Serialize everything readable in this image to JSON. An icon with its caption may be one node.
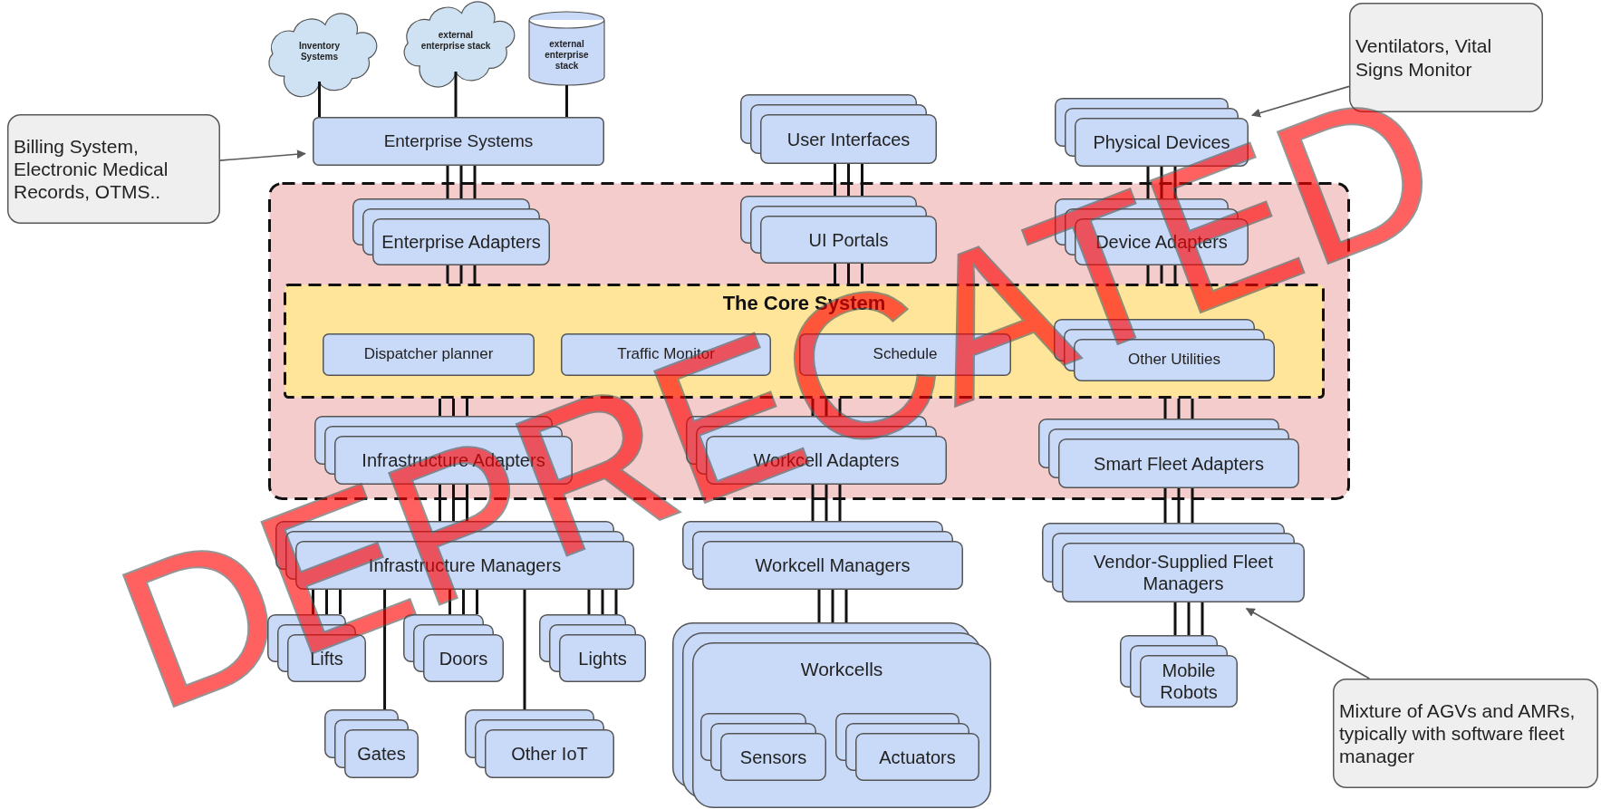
{
  "diagram": {
    "nodes": [
      {
        "text": [
          "Inventory Systems"
        ]
      },
      {
        "text": [
          "external enterprise stack"
        ]
      },
      {
        "text": [
          "external enterprise stack"
        ]
      },
      {
        "text": [
          "Enterprise Systems"
        ]
      },
      {
        "text": [
          "Billing System, Electronic Medical Records, OTMS.."
        ]
      },
      {
        "text": [],
        "shape": "box"
      },
      {
        "text": [
          "Enterprise Adapters"
        ],
        "in": 5
      },
      {
        "text": [
          "UI Portals"
        ],
        "in": 5
      },
      {
        "text": [
          "Device Adapters"
        ],
        "in": 5
      },
      {
        "text": [
          "The Core System"
        ],
        "in": 5
      },
      {
        "text": [
          "Dispatcher planner"
        ],
        "in": 9
      },
      {
        "text": [
          "Traffic Monitor"
        ],
        "in": 9
      },
      {
        "text": [
          "Schedule"
        ],
        "in": 9
      },
      {
        "text": [
          "Other Utilities"
        ],
        "in": 9
      },
      {
        "text": [
          "Infrastructure Adapters"
        ],
        "in": 5
      },
      {
        "text": [
          "Workcell Adapters"
        ],
        "in": 5
      },
      {
        "text": [
          "Smart Fleet Adapters"
        ],
        "in": 5
      },
      {
        "text": [
          "User Interfaces"
        ]
      },
      {
        "text": [
          "Physical Devices"
        ]
      },
      {
        "text": [
          "Ventilators, Vital Signs Monitor"
        ]
      },
      {
        "text": [
          "Infrastructure Managers"
        ]
      },
      {
        "text": [
          "Workcell Managers"
        ]
      },
      {
        "text": [
          "Vendor-Supplied Fleet Managers"
        ]
      },
      {
        "text": [
          "Lifts"
        ]
      },
      {
        "text": [
          "Doors"
        ]
      },
      {
        "text": [
          "Lights"
        ]
      },
      {
        "text": [
          "Gates"
        ]
      },
      {
        "text": [
          "Other IoT"
        ]
      },
      {
        "text": [
          "Workcells"
        ]
      },
      {
        "text": [
          "Sensors"
        ],
        "in": 28
      },
      {
        "text": [
          "Actuators"
        ],
        "in": 28
      },
      {
        "text": [
          "Mobile Robots"
        ]
      },
      {
        "text": [
          "Mixture of AGVs and AMRs, typically with software fleet manager"
        ]
      }
    ],
    "edges": [
      {
        "from": 0,
        "to": 3,
        "arrow": "none"
      },
      {
        "from": 1,
        "to": 3,
        "arrow": "none"
      },
      {
        "from": 2,
        "to": 3,
        "arrow": "none"
      },
      {
        "from": 4,
        "to": 3,
        "arrow": "to",
        "color": "#595959"
      },
      {
        "from": 3,
        "to": 6,
        "arrow": "none"
      },
      {
        "from": 17,
        "to": 7,
        "arrow": "none"
      },
      {
        "from": 18,
        "to": 8,
        "arrow": "none"
      },
      {
        "from": 19,
        "to": 18,
        "arrow": "to",
        "color": "#595959"
      },
      {
        "from": 6,
        "to": 9,
        "arrow": "none"
      },
      {
        "from": 7,
        "to": 9,
        "arrow": "none"
      },
      {
        "from": 8,
        "to": 9,
        "arrow": "none"
      },
      {
        "from": 9,
        "to": 14,
        "arrow": "none"
      },
      {
        "from": 9,
        "to": 15,
        "arrow": "none"
      },
      {
        "from": 9,
        "to": 16,
        "arrow": "none"
      },
      {
        "from": 14,
        "to": 20,
        "arrow": "none"
      },
      {
        "from": 15,
        "to": 21,
        "arrow": "none"
      },
      {
        "from": 16,
        "to": 22,
        "arrow": "none"
      },
      {
        "from": 20,
        "to": 23,
        "arrow": "none"
      },
      {
        "from": 20,
        "to": 24,
        "arrow": "none"
      },
      {
        "from": 20,
        "to": 25,
        "arrow": "none"
      },
      {
        "from": 20,
        "to": 26,
        "arrow": "none"
      },
      {
        "from": 20,
        "to": 27,
        "arrow": "none"
      },
      {
        "from": 21,
        "to": 28,
        "arrow": "none"
      },
      {
        "from": 22,
        "to": 31,
        "arrow": "none"
      },
      {
        "from": 32,
        "to": 22,
        "arrow": "to",
        "color": "#595959"
      }
    ],
    "labels": [
      "DEPRECATED"
    ]
  }
}
